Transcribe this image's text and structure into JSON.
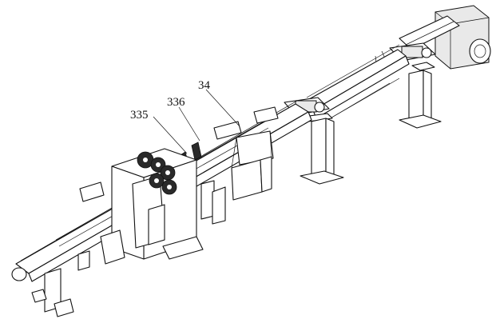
{
  "labels": {
    "label_34": "34",
    "label_335": "335",
    "label_336": "336"
  }
}
